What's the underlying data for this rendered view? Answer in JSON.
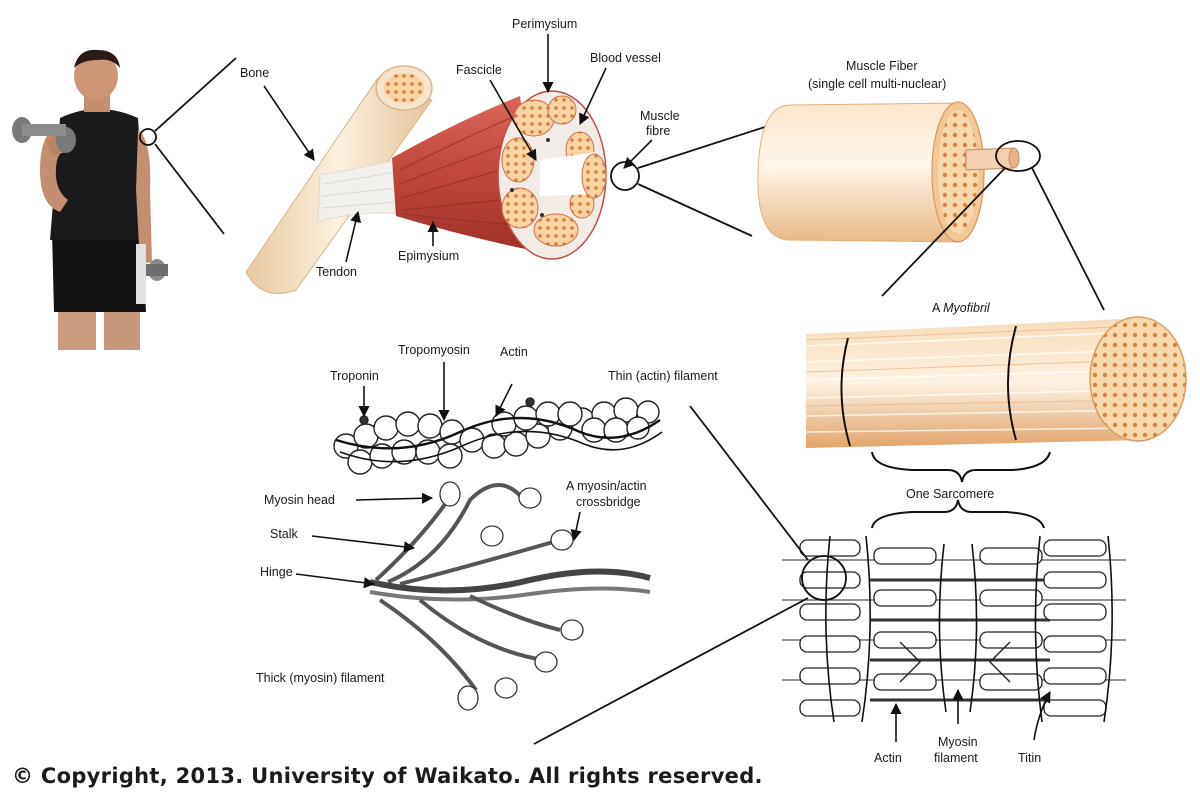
{
  "labels": {
    "bone": "Bone",
    "tendon": "Tendon",
    "epimysium": "Epimysium",
    "fascicle": "Fascicle",
    "perimysium": "Perimysium",
    "blood_vessel": "Blood vessel",
    "muscle_fibre_line1": "Muscle",
    "muscle_fibre_line2": "fibre",
    "muscle_fiber_title": "Muscle Fiber",
    "muscle_fiber_subtitle": "(single cell multi-nuclear)",
    "myofibril_a": "A ",
    "myofibril_word": "Myofibril",
    "one_sarcomere": "One Sarcomere",
    "troponin": "Troponin",
    "tropomyosin": "Tropomyosin",
    "actin_top": "Actin",
    "thin_filament": "Thin (actin) filament",
    "myosin_head": "Myosin head",
    "crossbridge_line1": "A myosin/actin",
    "crossbridge_line2": "crossbridge",
    "stalk": "Stalk",
    "hinge": "Hinge",
    "thick_filament": "Thick (myosin) filament",
    "actin_bottom": "Actin",
    "myosin_filament_line1": "Myosin",
    "myosin_filament_line2": "filament",
    "titin": "Titin"
  },
  "copyright": "© Copyright, 2013. University of Waikato. All rights reserved.",
  "colors": {
    "muscle_red": "#c2473c",
    "bone_cream": "#f4e1c4",
    "fiber_tan": "#f2c99a",
    "ink": "#1a1a1a"
  }
}
